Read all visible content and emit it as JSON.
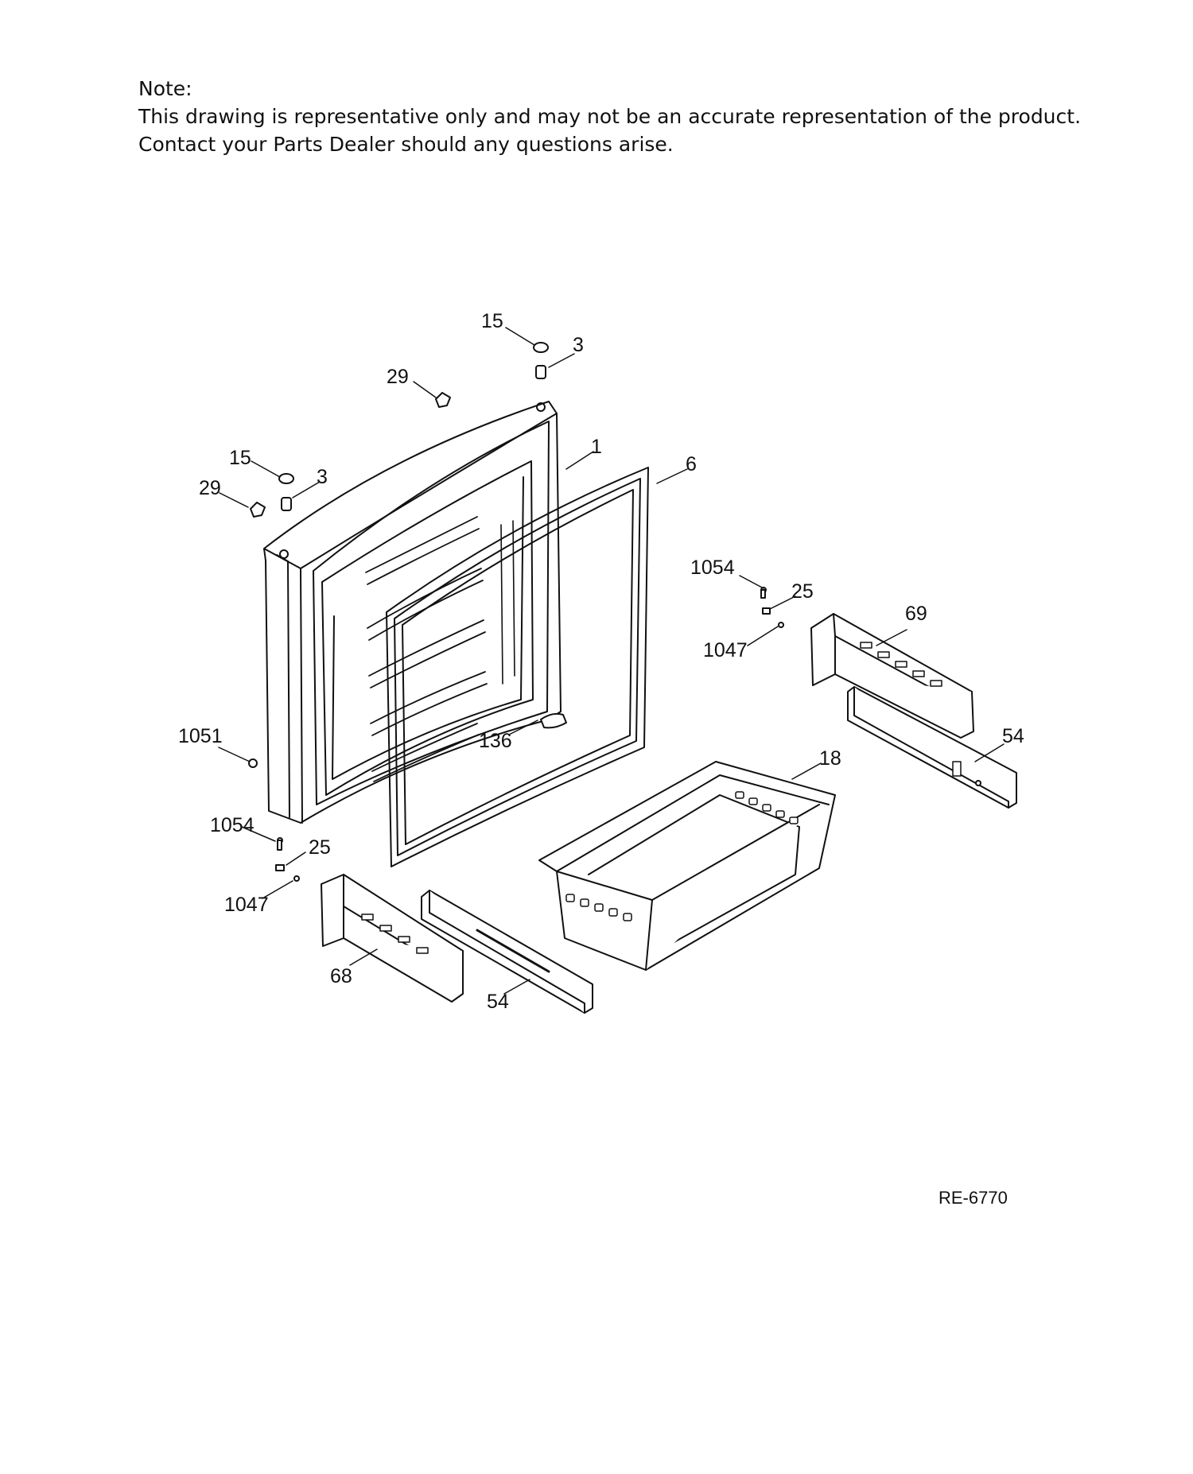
{
  "note": {
    "heading": "Note:",
    "line1": "This drawing is representative only and may not be an accurate representation of the product.",
    "line2": "Contact your Parts Dealer should any questions arise."
  },
  "callouts": {
    "c15_top": "15",
    "c3_top": "3",
    "c29_top": "29",
    "c15_left": "15",
    "c3_left": "3",
    "c29_left": "29",
    "c1": "1",
    "c6": "6",
    "c1054_right": "1054",
    "c25_right": "25",
    "c69": "69",
    "c1047_right": "1047",
    "c136": "136",
    "c1051": "1051",
    "c54_right": "54",
    "c18": "18",
    "c1054_left": "1054",
    "c25_left": "25",
    "c1047_left": "1047",
    "c68": "68",
    "c54_bottom": "54"
  },
  "reference": "RE-6770"
}
